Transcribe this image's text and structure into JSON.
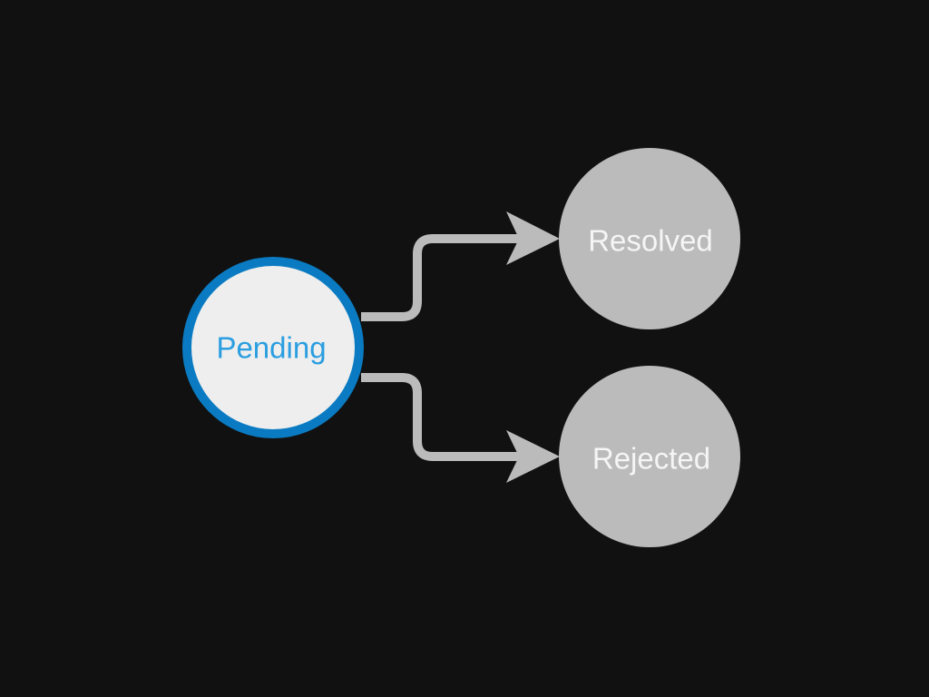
{
  "theme": {
    "background": "#111111",
    "edge_color": "#bbbbbb",
    "active_fill": "#eeeeee",
    "active_border": "#0a7bc2",
    "active_text": "#2a9ee0",
    "inactive_fill": "#bbbbbb",
    "inactive_text": "#f5f5f5"
  },
  "nodes": {
    "pending": {
      "label": "Pending",
      "state": "active"
    },
    "resolved": {
      "label": "Resolved",
      "state": "inactive"
    },
    "rejected": {
      "label": "Rejected",
      "state": "inactive"
    }
  },
  "edges": [
    {
      "from": "pending",
      "to": "resolved"
    },
    {
      "from": "pending",
      "to": "rejected"
    }
  ]
}
